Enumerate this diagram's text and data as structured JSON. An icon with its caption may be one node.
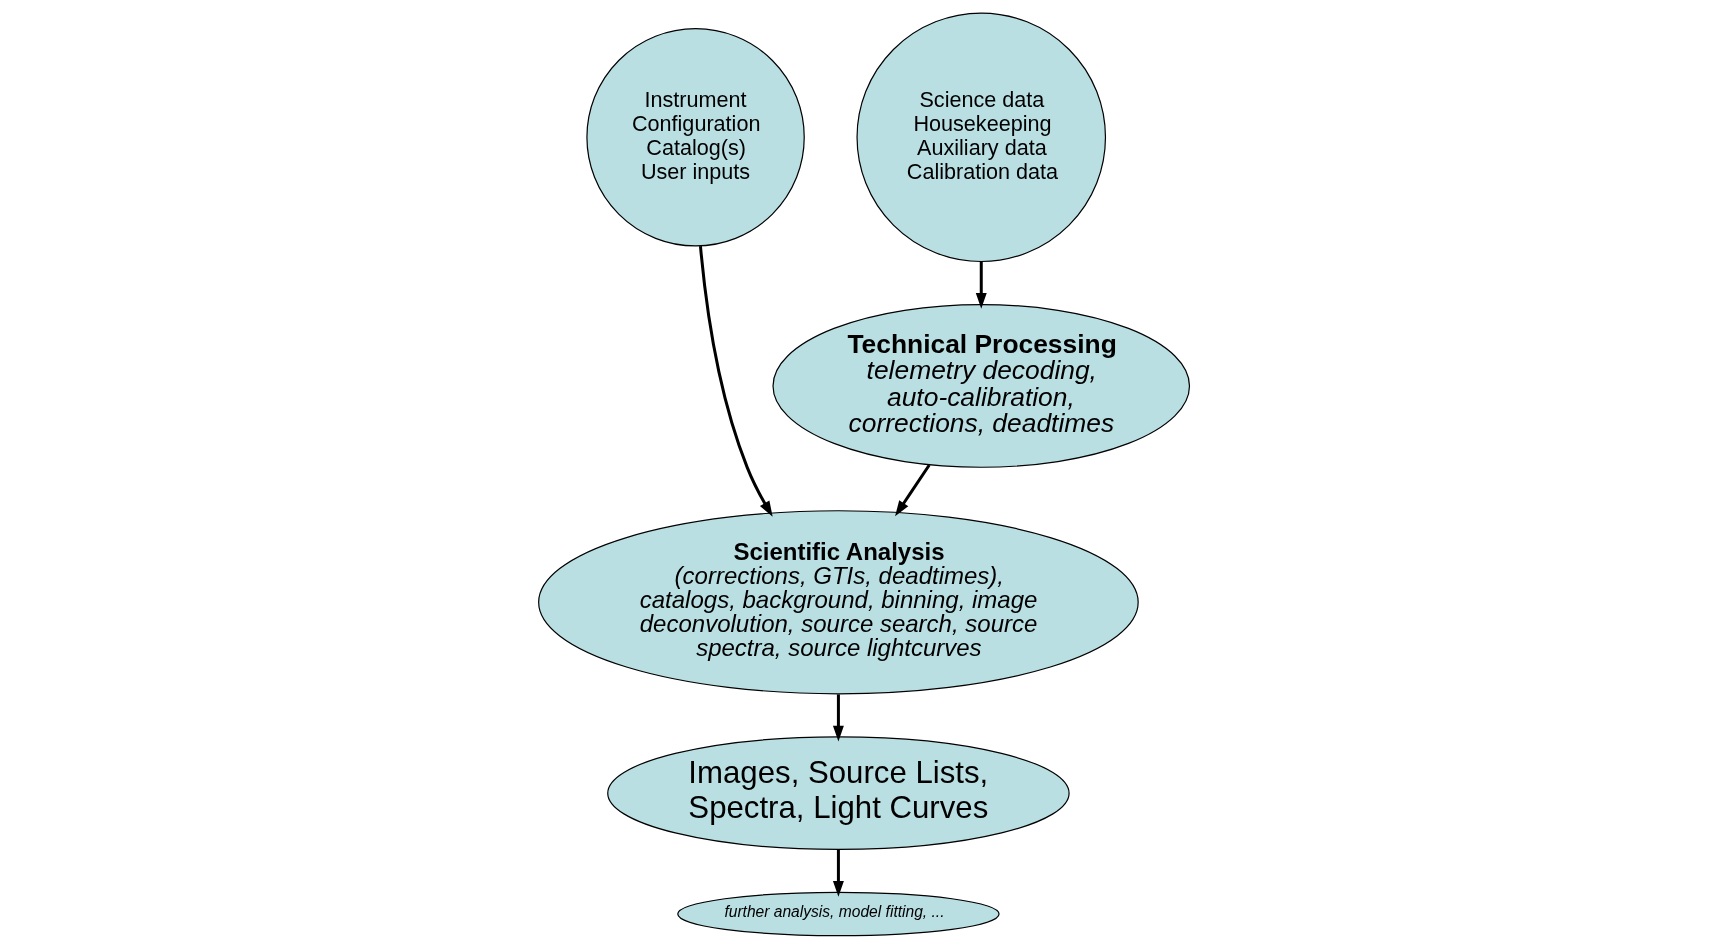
{
  "diagram": {
    "nodes": [
      {
        "text": [
          "Technical Processing",
          "telemetry decoding, auto-calibration, corrections, deadtimes"
        ]
      },
      {
        "text": [
          "Scientific Analysis",
          "(corrections, GTIs, deadtimes), catalogs, background, binning, image deconvolution, source search, source spectra, source lightcurves"
        ]
      },
      {
        "text": [
          "Science data",
          "Housekeeping",
          "Auxiliary data",
          "Calibration data"
        ]
      },
      {
        "text": [
          "Instrument Configuration",
          "Catalog(s)",
          "User inputs"
        ]
      },
      {
        "text": [
          "Images, Source Lists, Spectra, Light Curves"
        ]
      },
      {
        "text": [
          "further analysis, model fitting, ..."
        ]
      }
    ],
    "edges": [
      {
        "from": 2,
        "to": 0,
        "arrow": "to"
      },
      {
        "from": 0,
        "to": 1,
        "arrow": "to"
      },
      {
        "from": 3,
        "to": 1,
        "arrow": "to"
      },
      {
        "from": 1,
        "to": 4,
        "arrow": "to"
      },
      {
        "from": 4,
        "to": 5,
        "arrow": "to"
      }
    ]
  }
}
